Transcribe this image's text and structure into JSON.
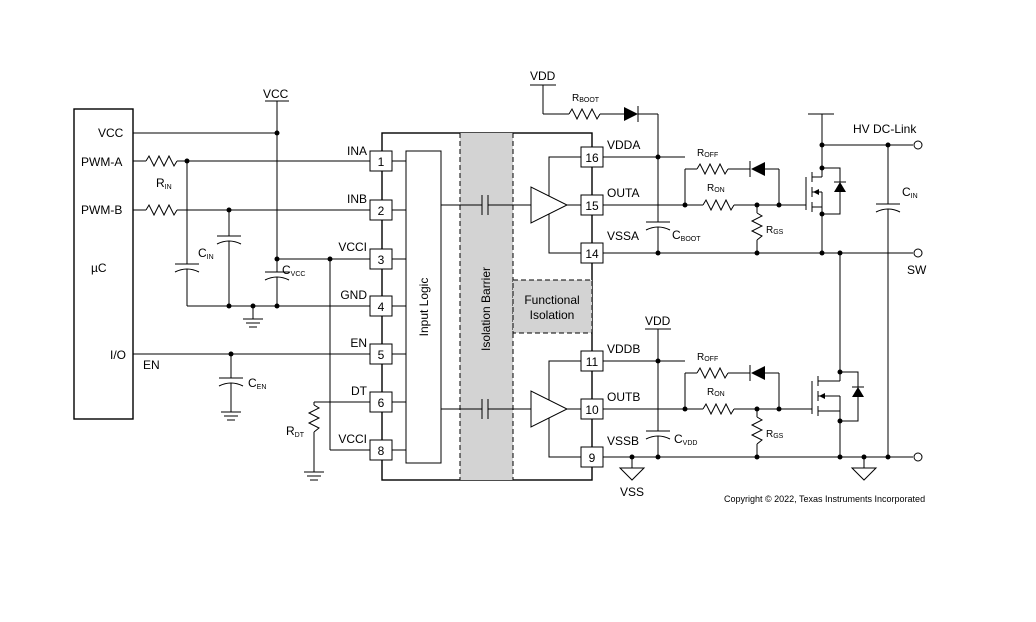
{
  "mcu": {
    "title": "µC",
    "vcc": "VCC",
    "pwm_a": "PWM-A",
    "pwm_b": "PWM-B",
    "io": "I/O"
  },
  "supply": {
    "vcc_top": "VCC",
    "vdd_top": "VDD",
    "vdd_mid": "VDD",
    "vss": "VSS",
    "hv_dc_link": "HV DC-Link",
    "sw": "SW"
  },
  "components": {
    "rin": {
      "main": "R",
      "sub": "IN"
    },
    "cin_left": {
      "main": "C",
      "sub": "IN"
    },
    "cvcc": {
      "main": "C",
      "sub": "VCC"
    },
    "cen": {
      "main": "C",
      "sub": "EN"
    },
    "rdt": {
      "main": "R",
      "sub": "DT"
    },
    "rboot": {
      "main": "R",
      "sub": "BOOT"
    },
    "cboot": {
      "main": "C",
      "sub": "BOOT"
    },
    "cvdd": {
      "main": "C",
      "sub": "VDD"
    },
    "roff_a": {
      "main": "R",
      "sub": "OFF"
    },
    "ron_a": {
      "main": "R",
      "sub": "ON"
    },
    "rgs_a": {
      "main": "R",
      "sub": "GS"
    },
    "roff_b": {
      "main": "R",
      "sub": "OFF"
    },
    "ron_b": {
      "main": "R",
      "sub": "ON"
    },
    "rgs_b": {
      "main": "R",
      "sub": "GS"
    },
    "cin_right": {
      "main": "C",
      "sub": "IN"
    }
  },
  "en_net": "EN",
  "chip": {
    "left_pins": [
      {
        "num": "1",
        "name": "INA"
      },
      {
        "num": "2",
        "name": "INB"
      },
      {
        "num": "3",
        "name": "VCCI"
      },
      {
        "num": "4",
        "name": "GND"
      },
      {
        "num": "5",
        "name": "EN"
      },
      {
        "num": "6",
        "name": "DT"
      },
      {
        "num": "8",
        "name": "VCCI"
      }
    ],
    "right_pins": [
      {
        "num": "16",
        "name": "VDDA"
      },
      {
        "num": "15",
        "name": "OUTA"
      },
      {
        "num": "14",
        "name": "VSSA"
      },
      {
        "num": "11",
        "name": "VDDB"
      },
      {
        "num": "10",
        "name": "OUTB"
      },
      {
        "num": "9",
        "name": "VSSB"
      }
    ],
    "input_logic": "Input Logic",
    "isolation_barrier": "Isolation Barrier",
    "functional_isolation_1": "Functional",
    "functional_isolation_2": "Isolation"
  },
  "copyright": "Copyright © 2022, Texas Instruments Incorporated",
  "colors": {
    "barrier_fill": "#d3d3d3",
    "line": "#000000"
  }
}
